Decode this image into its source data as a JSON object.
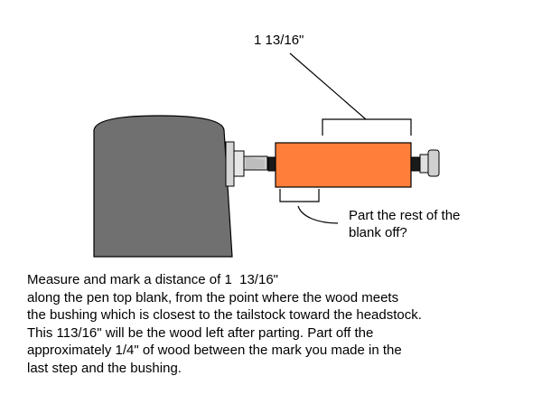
{
  "dimension_label": "1 13/16\"",
  "part_label_lines": [
    "Part the rest of the",
    "blank off?"
  ],
  "description_lines": [
    "Measure and mark a distance of 1  13/16\"",
    "along the pen top blank, from the point where the wood meets",
    "the bushing which is closest to the tailstock toward the headstock.",
    "This 113/16\" will be the wood left after parting. Part off the",
    "approximately 1/4\" of wood between the mark you made in the",
    "last step and the bushing."
  ],
  "colors": {
    "headstock": "#707070",
    "blank": "#ff7f3a",
    "spindle": "#d6d6d6",
    "bushing": "#1a1a1a",
    "tailstock": "#d0d0d0"
  }
}
